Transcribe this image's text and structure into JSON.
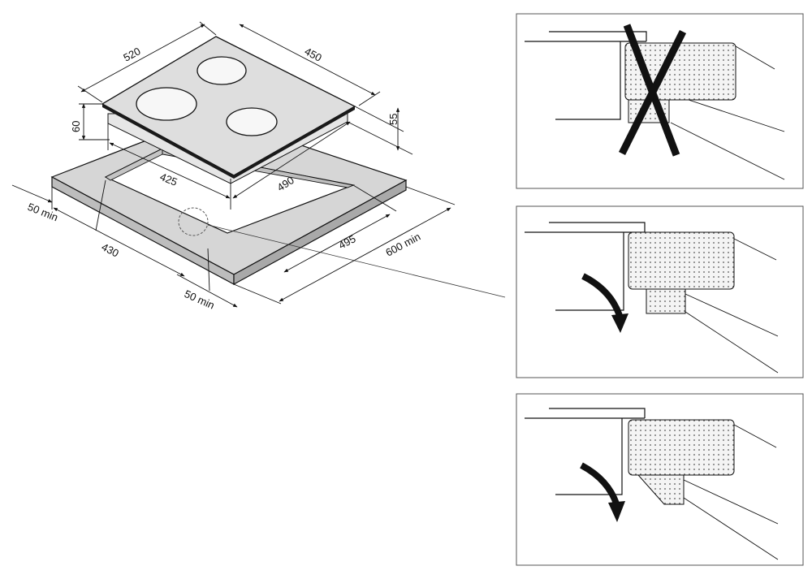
{
  "dimensions": {
    "hob_width": "520",
    "hob_depth": "450",
    "hob_height": "60",
    "hob_side_height": "55",
    "cutout_width": "425",
    "cutout_depth": "490",
    "cutout_length": "495",
    "clearance_left": "50 min",
    "clearance_front": "50 min",
    "edge_width": "430",
    "worktop_depth": "600 min"
  },
  "colors": {
    "hob_surface": "#dcdcdc",
    "worktop": "#d2d2d2",
    "lines": "#111111"
  },
  "panels": [
    {
      "name": "incorrect-installation",
      "marker": "cross-mark-icon"
    },
    {
      "name": "correct-installation-1",
      "marker": "curved-arrow-icon"
    },
    {
      "name": "correct-installation-2",
      "marker": "curved-arrow-icon"
    }
  ]
}
